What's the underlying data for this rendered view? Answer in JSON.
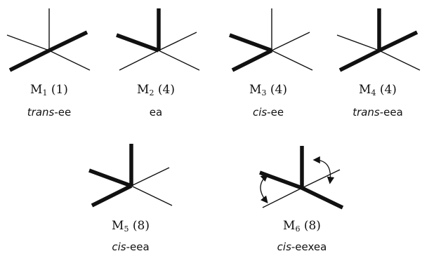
{
  "figure": {
    "ink_color": "#111111",
    "molecules": [
      {
        "symbol": "M",
        "index": "1",
        "count": "(1)",
        "prefix": "trans",
        "suffix": "-ee",
        "bold_arms": [
          "upper-right",
          "lower-left"
        ],
        "thin_arms": [
          "up",
          "upper-left",
          "lower-right"
        ]
      },
      {
        "symbol": "M",
        "index": "2",
        "count": "(4)",
        "prefix": "",
        "suffix": "ea",
        "bold_arms": [
          "up",
          "upper-left"
        ],
        "thin_arms": [
          "upper-right",
          "lower-left",
          "lower-right"
        ]
      },
      {
        "symbol": "M",
        "index": "3",
        "count": "(4)",
        "prefix": "cis",
        "suffix": "-ee",
        "bold_arms": [
          "upper-left",
          "lower-left"
        ],
        "thin_arms": [
          "up",
          "upper-right",
          "lower-right"
        ]
      },
      {
        "symbol": "M",
        "index": "4",
        "count": "(4)",
        "prefix": "trans",
        "suffix": "-eea",
        "bold_arms": [
          "up",
          "upper-right",
          "lower-left"
        ],
        "thin_arms": [
          "upper-left",
          "lower-right"
        ]
      },
      {
        "symbol": "M",
        "index": "5",
        "count": "(8)",
        "prefix": "cis",
        "suffix": "-eea",
        "bold_arms": [
          "up",
          "upper-left",
          "lower-left"
        ],
        "thin_arms": [
          "upper-right",
          "lower-right"
        ]
      },
      {
        "symbol": "M",
        "index": "6",
        "count": "(8)",
        "prefix": "cis",
        "suffix": "-eexea",
        "bold_arms": [
          "up",
          "upper-left",
          "lower-right"
        ],
        "thin_arms": [
          "upper-right",
          "lower-left"
        ],
        "rotation_arrows": true
      }
    ]
  }
}
